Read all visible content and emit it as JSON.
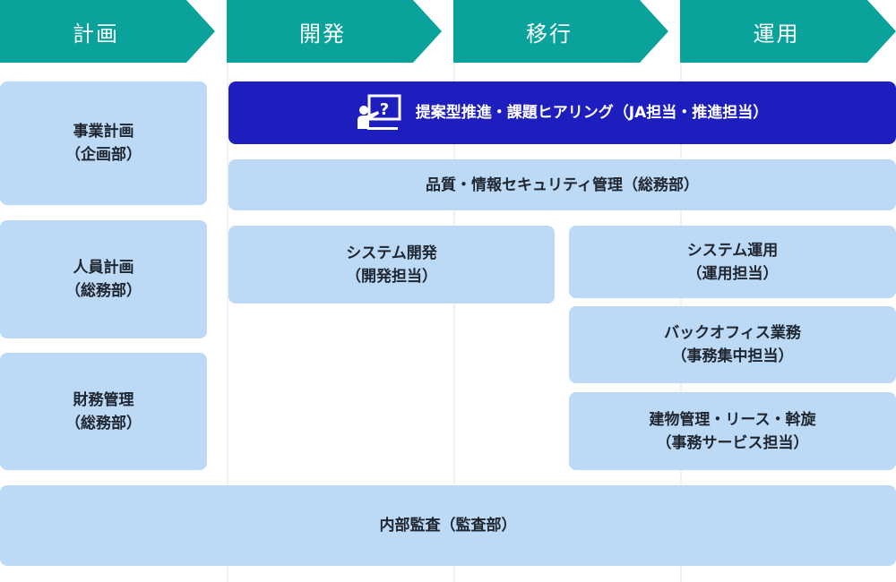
{
  "phases": [
    "計画",
    "開発",
    "移行",
    "運用"
  ],
  "colors": {
    "phase": "#0aa39b",
    "box": "#bcd9f5",
    "highlight": "#1e1ebf"
  },
  "boxes": {
    "jigyo": {
      "line1": "事業計画",
      "line2": "（企画部）"
    },
    "jinin": {
      "line1": "人員計画",
      "line2": "（総務部）"
    },
    "zaimu": {
      "line1": "財務管理",
      "line2": "（総務部）"
    },
    "teian": {
      "label": "提案型推進・課題ヒアリング（JA担当・推進担当）",
      "icon": "presenter-icon"
    },
    "hinshitsu": {
      "label": "品質・情報セキュリティ管理（総務部）"
    },
    "kaihatsu": {
      "line1": "システム開発",
      "line2": "（開発担当）"
    },
    "unyo": {
      "line1": "システム運用",
      "line2": "（運用担当）"
    },
    "backoffice": {
      "line1": "バックオフィス業務",
      "line2": "（事務集中担当）"
    },
    "tatemono": {
      "line1": "建物管理・リース・斡旋",
      "line2": "（事務サービス担当）"
    },
    "kansa": {
      "label": "内部監査（監査部）"
    }
  }
}
